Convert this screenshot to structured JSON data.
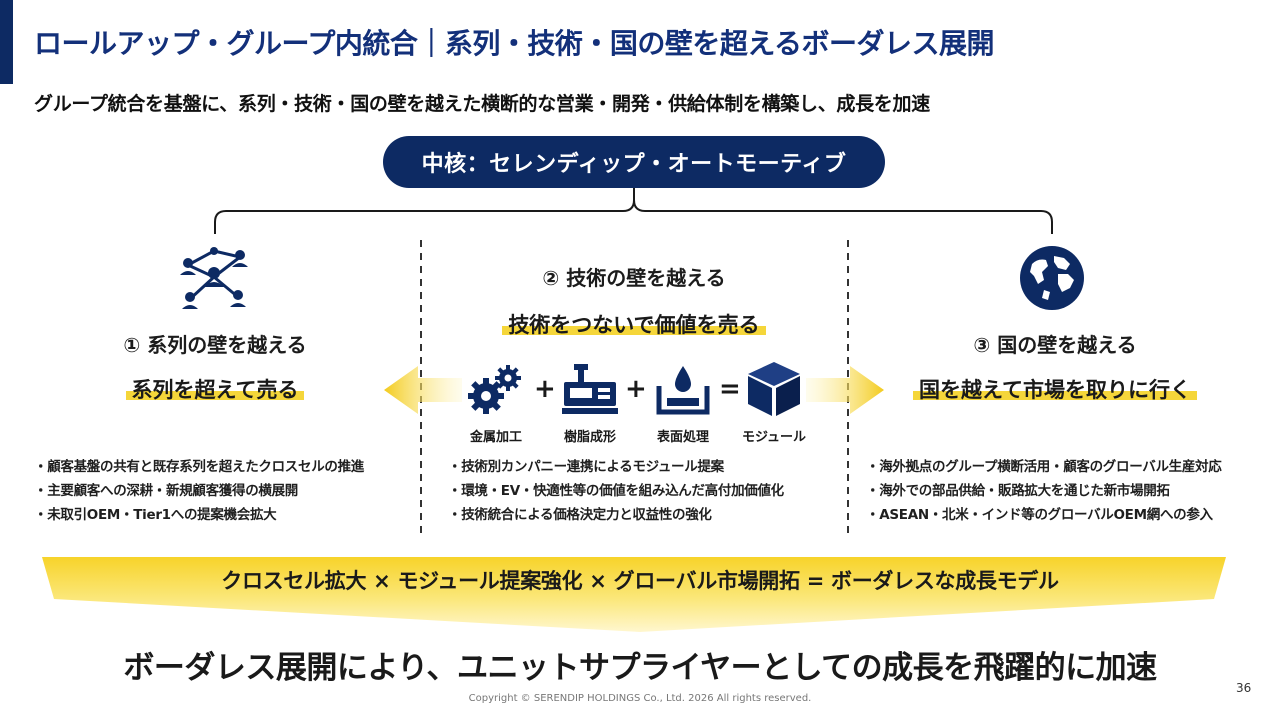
{
  "title": "ロールアップ・グループ内統合｜系列・技術・国の壁を超えるボーダレス展開",
  "subtitle": "グループ統合を基盤に、系列・技術・国の壁を越えた横断的な営業・開発・供給体制を構築し、成長を加速",
  "core": {
    "label": "中核：セレンディップ・オートモーティブ"
  },
  "columns": [
    {
      "heading": "① 系列の壁を越える",
      "highlight": "系列を超えて売る",
      "icon": "network-people-icon",
      "bullets": [
        "顧客基盤の共有と既存系列を超えたクロスセルの推進",
        "主要顧客への深耕・新規顧客獲得の横展開",
        "未取引OEM・Tier1への提案機会拡大"
      ]
    },
    {
      "heading": "② 技術の壁を越える",
      "highlight": "技術をつないで価値を売る",
      "bullets": [
        "技術別カンパニー連携によるモジュール提案",
        "環境・EV・快適性等の価値を組み込んだ高付加価値化",
        "技術統合による価格決定力と収益性の強化"
      ],
      "processes": [
        {
          "label": "金属加工",
          "icon": "gears-icon"
        },
        {
          "label": "樹脂成形",
          "icon": "molding-machine-icon"
        },
        {
          "label": "表面処理",
          "icon": "surface-treatment-tank-icon"
        },
        {
          "label": "モジュール",
          "icon": "module-cube-icon"
        }
      ],
      "operators": [
        "+",
        "+",
        "="
      ]
    },
    {
      "heading": "③ 国の壁を越える",
      "highlight": "国を越えて市場を取りに行く",
      "icon": "globe-icon",
      "bullets": [
        "海外拠点のグループ横断活用・顧客のグローバル生産対応",
        "海外での部品供給・販路拡大を通じた新市場開拓",
        "ASEAN・北米・インド等のグローバルOEM網への参入"
      ]
    }
  ],
  "summary": "クロスセル拡大 × モジュール提案強化 × グローバル市場開拓 = ボーダレスな成長モデル",
  "conclusion": "ボーダレス展開により、ユニットサプライヤーとしての成長を飛躍的に加速",
  "copyright": "Copyright © SERENDIP HOLDINGS Co., Ltd.  2026 All rights reserved.",
  "page_number": "36",
  "colors": {
    "navy": "#0d2a63",
    "title_blue": "#13307a",
    "yellow": "#f5d63a"
  }
}
